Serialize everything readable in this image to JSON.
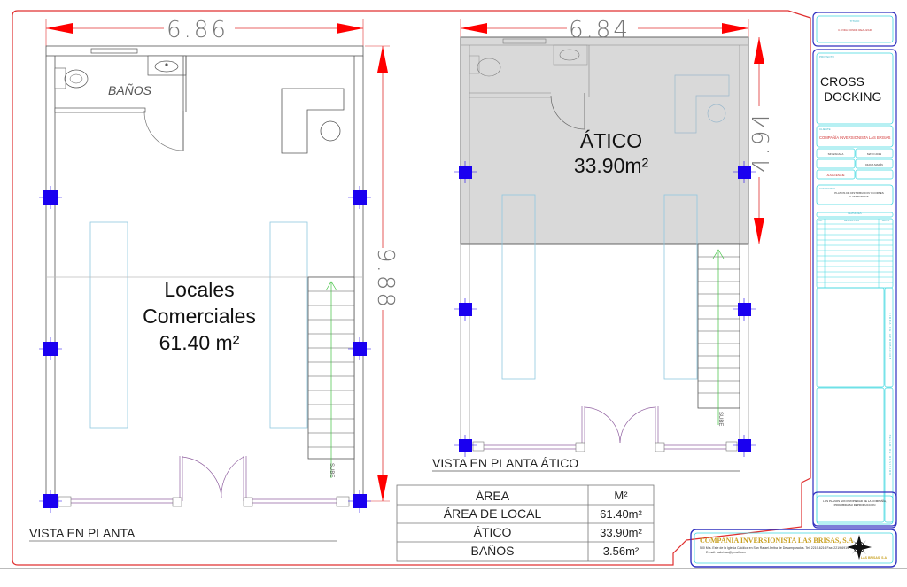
{
  "plan_ground": {
    "title": "VISTA EN PLANTA",
    "dim_width": "6.86",
    "dim_height": "9.88",
    "room_bath_label": "BAÑOS",
    "main_label_line1": "Locales",
    "main_label_line2": "Comerciales",
    "main_label_line3": "61.40 m²",
    "stair_label": "SUBE"
  },
  "plan_attic": {
    "title": "VISTA EN PLANTA ÁTICO",
    "dim_width": "6.84",
    "dim_height": "4.94",
    "attic_label": "ÁTICO",
    "attic_area": "33.90m²",
    "stair_label": "SUBE"
  },
  "area_table": {
    "headers": [
      "ÁREA",
      "M²"
    ],
    "rows": [
      {
        "name": "ÁREA DE LOCAL",
        "value": "61.40m²"
      },
      {
        "name": "ÁTICO",
        "value": "33.90m²"
      },
      {
        "name": "BAÑOS",
        "value": "3.56m²"
      }
    ]
  },
  "title_block": {
    "top_heading": "TITULO",
    "top_text": "C. VIDA DONDE REALIZAR",
    "project_heading": "PROYECTO",
    "project_line1": "CROSS",
    "project_line2": "DOCKING",
    "owner_heading": "CLIENTE",
    "owner_name": "COMPAÑÍA INVERSIONISTA LAS BRISAS",
    "cell_1": "SIN ESCALA",
    "cell_2": "MAYO 2019",
    "cell_3": "DIANA MARÍN",
    "cell_4": "ALMACENAJE",
    "contents_heading": "CONTENIDO",
    "contents_text": "PLANOS DE DISTRIBUCION Y CORTES ILUSTRATIVOS",
    "revisions_heading": "REVISIONES",
    "revisions_col1": "No.",
    "revisions_col2": "DESCRIPCION",
    "revisions_col3": "FECHA",
    "side_label_1": "FIRMA DE APROBACION",
    "side_label_2": "SELLO DE REVISION",
    "notes_text": "LOS PLANOS SON PROPIEDAD DE LA COMPAÑÍA, PROHIBIDA SU REPRODUCCION"
  },
  "company_block": {
    "name": "COMPAÑIA INVERSIONISTA LAS BRISAS, S.A",
    "address": "500 Mts. Este de la Iglesia Católica en San Rafael Arriba de Desamparados. Tel. 2219-6216 Fax: 2219-6914",
    "email": "E-mail: lasbrisas@gmail.com",
    "logo_caption": "LAS BRISAS, S.A"
  },
  "colors": {
    "frame_red": "#e03030",
    "dim_red": "#ff0000",
    "column_blue": "#1a00f0",
    "title_block_blue": "#3030c0",
    "cyan": "#40d8e0",
    "attic_gray": "#d9d9d9",
    "stair_green": "#40c040",
    "door_purple": "#9060a0",
    "furniture_blue": "#90c8e0",
    "company_gold": "#c8a020"
  }
}
